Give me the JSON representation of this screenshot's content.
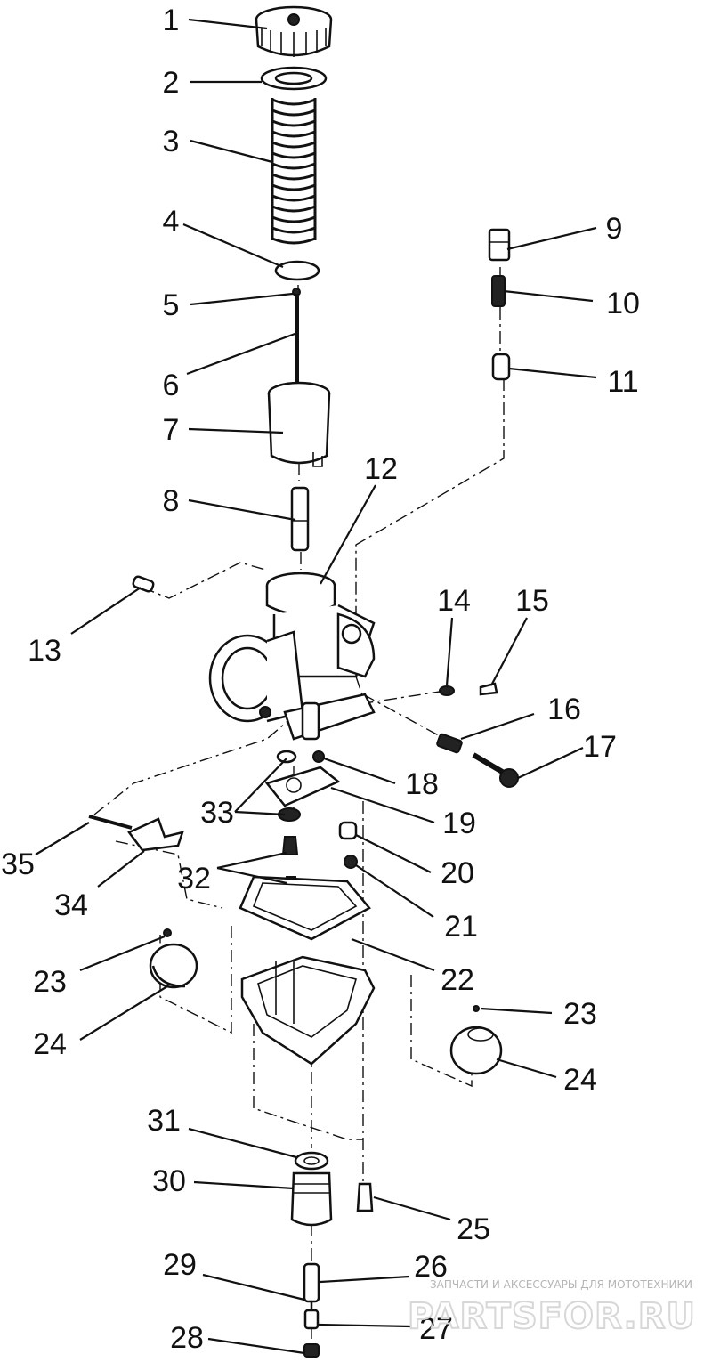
{
  "callouts": [
    "1",
    "2",
    "3",
    "4",
    "5",
    "6",
    "7",
    "8",
    "9",
    "10",
    "11",
    "12",
    "13",
    "14",
    "15",
    "16",
    "17",
    "18",
    "19",
    "20",
    "21",
    "22",
    "23",
    "23",
    "24",
    "24",
    "25",
    "26",
    "27",
    "28",
    "29",
    "30",
    "31",
    "32",
    "33",
    "34",
    "35"
  ],
  "watermark": {
    "subtitle": "ЗАПЧАСТИ И АКСЕССУАРЫ ДЛЯ МОТОТЕХНИКИ",
    "logo": "PARTSFOR.RU"
  }
}
